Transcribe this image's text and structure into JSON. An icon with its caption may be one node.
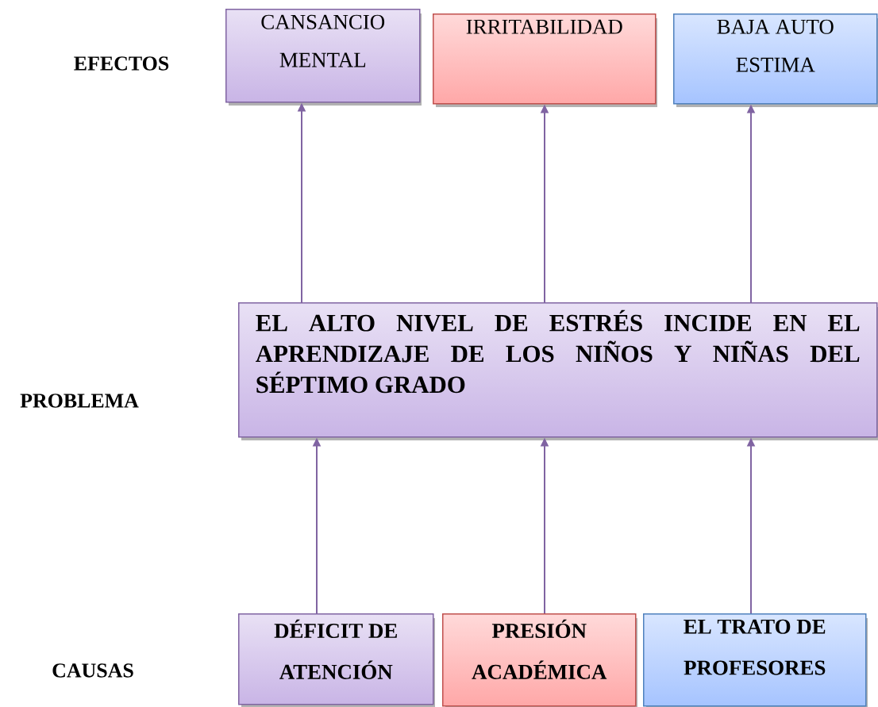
{
  "diagram": {
    "nodes": [
      {
        "text": [
          "CANSANCIO MENTAL"
        ]
      },
      {
        "text": [
          "IRRITABILIDAD"
        ]
      },
      {
        "text": [
          "BAJA AUTO ESTIMA"
        ]
      },
      {
        "text": [
          "EL ALTO NIVEL DE ESTRÉS INCIDE EN EL APRENDIZAJE DE LOS NIÑOS Y NIÑAS DEL SÉPTIMO GRADO"
        ]
      },
      {
        "text": [
          "DÉFICIT DE ATENCIÓN"
        ]
      },
      {
        "text": [
          "PRESIÓN ACADÉMICA"
        ]
      },
      {
        "text": [
          "EL TRATO DE PROFESORES"
        ]
      }
    ],
    "edges": [
      {
        "from": 3,
        "to": 0,
        "arrow": "to"
      },
      {
        "from": 3,
        "to": 1,
        "arrow": "to"
      },
      {
        "from": 3,
        "to": 2,
        "arrow": "to"
      },
      {
        "from": 4,
        "to": 3,
        "arrow": "to"
      },
      {
        "from": 5,
        "to": 3,
        "arrow": "to"
      },
      {
        "from": 6,
        "to": 3,
        "arrow": "to"
      }
    ],
    "labels": [
      "EFECTOS",
      "PROBLEMA",
      "CAUSAS"
    ]
  }
}
